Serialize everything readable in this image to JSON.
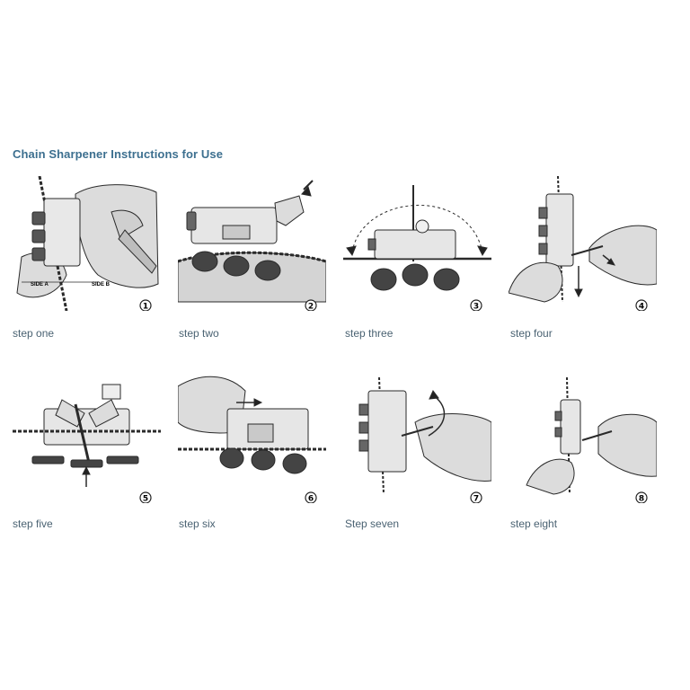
{
  "title": "Chain Sharpener Instructions for Use",
  "steps": [
    {
      "label": "step one",
      "badge": "1",
      "side_a": "SIDE A",
      "side_b": "SIDE B"
    },
    {
      "label": "step two",
      "badge": "2"
    },
    {
      "label": "step three",
      "badge": "3"
    },
    {
      "label": "step four",
      "badge": "4"
    },
    {
      "label": "step five",
      "badge": "5"
    },
    {
      "label": "step six",
      "badge": "6"
    },
    {
      "label": "Step seven",
      "badge": "7"
    },
    {
      "label": "step eight",
      "badge": "8"
    }
  ],
  "colors": {
    "title": "#3c6f8f",
    "label": "#4a6272",
    "ink": "#2a2a2a",
    "fill": "#bdbdbd"
  }
}
